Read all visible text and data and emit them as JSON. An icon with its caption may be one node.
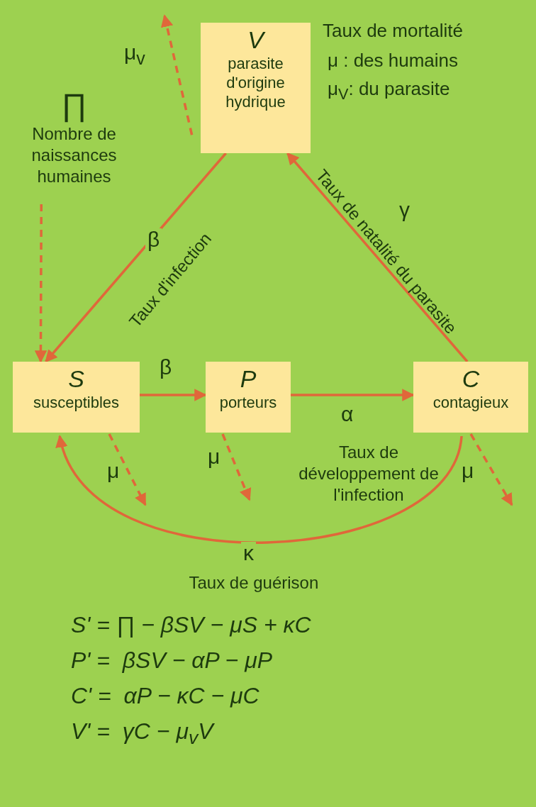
{
  "diagram": {
    "nodes": [
      {
        "text": [
          "V",
          "parasite d'origine hydrique"
        ]
      },
      {
        "text": [
          "S",
          "susceptibles"
        ]
      },
      {
        "text": [
          "P",
          "porteurs"
        ]
      },
      {
        "text": [
          "C",
          "contagieux"
        ]
      },
      {
        "text": [
          "∏",
          "Nombre de naissances humaines"
        ]
      }
    ],
    "edges": [
      {
        "from": 0,
        "to": 1,
        "arrow": "to",
        "label": "β"
      },
      {
        "from": 3,
        "to": 0,
        "arrow": "to",
        "label": "γ"
      },
      {
        "from": 1,
        "to": 2,
        "arrow": "to",
        "label": "β"
      },
      {
        "from": 2,
        "to": 3,
        "arrow": "to",
        "label": "α"
      },
      {
        "from": 3,
        "to": 1,
        "arrow": "to",
        "label": "κ"
      },
      {
        "from": 4,
        "to": 1,
        "arrow": "to",
        "style": "dashed"
      },
      {
        "from": 0,
        "to": null,
        "arrow": "to",
        "style": "dashed",
        "label": "μ$_{v}$"
      },
      {
        "from": 1,
        "to": null,
        "arrow": "to",
        "style": "dashed",
        "label": "μ"
      },
      {
        "from": 2,
        "to": null,
        "arrow": "to",
        "style": "dashed",
        "label": "μ"
      },
      {
        "from": 3,
        "to": null,
        "arrow": "to",
        "style": "dashed",
        "label": "μ"
      }
    ],
    "labels": [
      "Taux de mortalité",
      "μ :  des humains",
      "μ$_{V}$: du parasite",
      "Taux d'infection",
      "Taux de natalité du parasite",
      "Taux de développement de l'infection",
      "Taux de guérison",
      "S' = ∏ − βSV − μS + κC",
      "P' =  βSV − αP − μP",
      "C' =  αP − κC − μC",
      "V' =  γC − μ$_{v}$V"
    ]
  }
}
